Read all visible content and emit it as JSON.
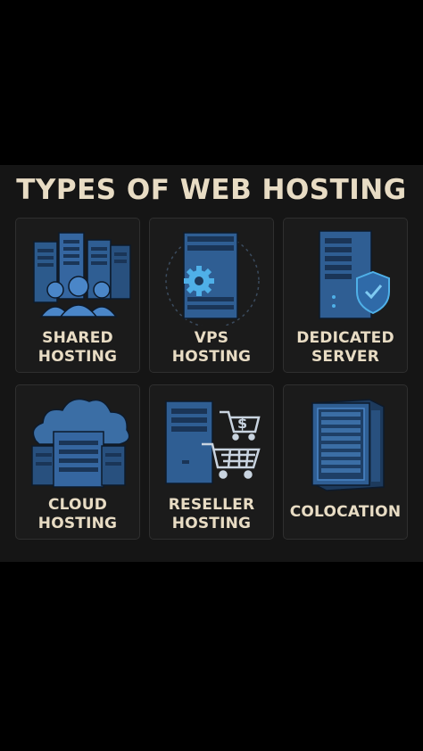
{
  "title": "TYPES OF WEB HOSTING",
  "cards": [
    {
      "line1": "SHARED",
      "line2": "HOSTING",
      "icon": "shared-servers-users-icon"
    },
    {
      "line1": "VPS",
      "line2": "HOSTING",
      "icon": "server-gear-icon"
    },
    {
      "line1": "DEDICATED",
      "line2": "SERVER",
      "icon": "server-shield-icon"
    },
    {
      "line1": "CLOUD",
      "line2": "HOSTING",
      "icon": "cloud-servers-icon"
    },
    {
      "line1": "RESELLER",
      "line2": "HOSTING",
      "icon": "server-cart-icon"
    },
    {
      "line1": "COLOCATION",
      "line2": "",
      "icon": "server-rack-icon"
    }
  ],
  "colors": {
    "background": "#000000",
    "panel": "#151515",
    "text": "#e8dcc4",
    "icon": "#3b6ea5"
  }
}
